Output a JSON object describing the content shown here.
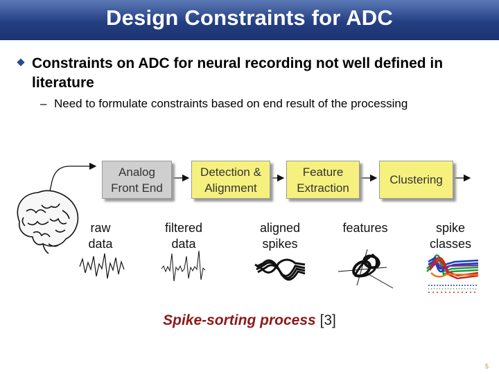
{
  "title": "Design Constraints for ADC",
  "bullet": "Constraints on ADC for neural recording not well defined in literature",
  "sub_dash": "–",
  "sub_bullet": "Need to formulate constraints based on end result of the processing",
  "pipeline": {
    "stages": [
      {
        "line1": "Analog",
        "line2": "Front End"
      },
      {
        "line1": "Detection &",
        "line2": "Alignment"
      },
      {
        "line1": "Feature",
        "line2": "Extraction"
      },
      {
        "line1": "Clustering",
        "line2": ""
      }
    ]
  },
  "labels": [
    {
      "line1": "raw",
      "line2": "data"
    },
    {
      "line1": "filtered",
      "line2": "data"
    },
    {
      "line1": "aligned",
      "line2": "spikes"
    },
    {
      "line1": "features",
      "line2": ""
    },
    {
      "line1": "spike",
      "line2": "classes"
    }
  ],
  "caption": {
    "italic": "Spike-sorting process",
    "ref": "[3]"
  },
  "page_number": "5",
  "colors": {
    "title_bar": "#243f83",
    "box_gray": "#cfcfcf",
    "box_yellow": "#f6f17e",
    "caption": "#8b1a1a"
  }
}
